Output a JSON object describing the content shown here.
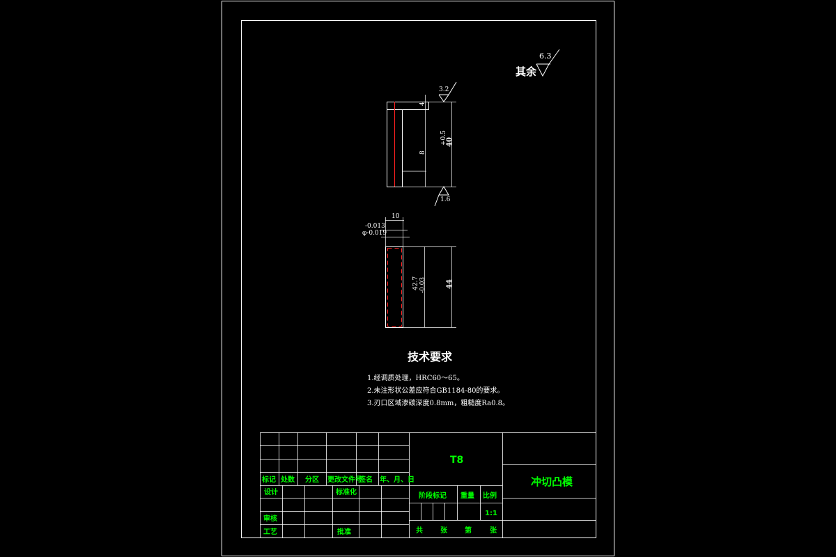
{
  "roughness": {
    "general_label": "其余",
    "general_value": "6.3",
    "top_value": "3.2",
    "bottom_value": "1.6"
  },
  "side_view": {
    "dim_top": "4",
    "dim_mid": "8",
    "dim_height": "40",
    "dim_height_tol": "+0.5"
  },
  "front_view": {
    "dim_width": "10",
    "dim_tol_upper": "-0.013",
    "dim_tol_lower": "φ-0.019",
    "dim_inner_a": "42.7",
    "dim_inner_b": "-0.03",
    "dim_height": "44"
  },
  "tech_requirements": {
    "title": "技术要求",
    "items": [
      "1.经调质处理，HRC60～65。",
      "2.未注形状公差应符合GB1184-80的要求。",
      "3.刃口区域渗碳深度0.8mm，粗糙度Ra0.8。"
    ]
  },
  "title_block": {
    "material": "T8",
    "part_name": "冲切凸模",
    "header_labels": [
      "标记",
      "处数",
      "分区",
      "更改文件号",
      "签名",
      "年、月、日"
    ],
    "design": "设计",
    "standardization": "标准化",
    "review": "审核",
    "process": "工艺",
    "approve": "批准",
    "stage_mark": "阶段标记",
    "weight": "重量",
    "scale_label": "比例",
    "scale_value": "1:1",
    "sheets_total_a": "共",
    "sheets_total_b": "张",
    "sheet_no_a": "第",
    "sheet_no_b": "张"
  }
}
